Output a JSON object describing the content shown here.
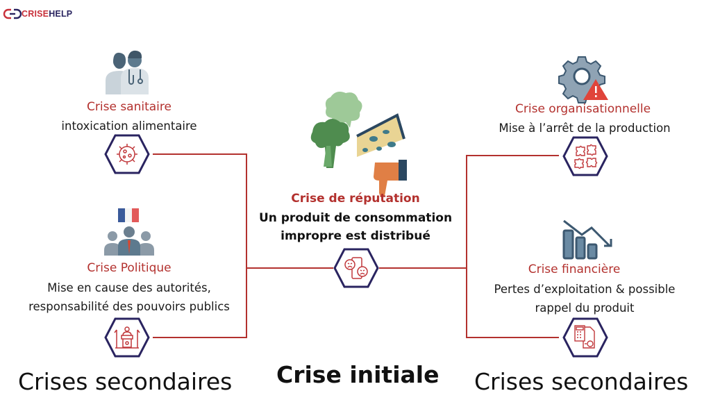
{
  "logo": {
    "text_red": "CRISE",
    "text_blue": "HELP"
  },
  "colors": {
    "accent_red": "#b3312e",
    "hex_border": "#2a2460",
    "icon_slate": "#5d7a8e"
  },
  "left": {
    "sanitaire": {
      "title": "Crise sanitaire",
      "desc": "intoxication alimentaire",
      "icon": "doctors-icon",
      "hex_icon": "virus-icon"
    },
    "politique": {
      "title": "Crise Politique",
      "desc_line1": "Mise en cause des autorités,",
      "desc_line2": "responsabilité des pouvoirs publics",
      "icon": "politicians-icon",
      "hex_icon": "podium-icon"
    }
  },
  "center": {
    "title": "Crise de réputation",
    "desc_line1": "Un produit de consommation",
    "desc_line2": "impropre est distribué",
    "icon": "spoiled-food-thumbs-down-icon",
    "hex_icon": "angry-reviews-phone-icon"
  },
  "right": {
    "organisationnelle": {
      "title": "Crise organisationnelle",
      "desc": "Mise à l’arrêt de la production",
      "icon": "gear-warning-icon",
      "hex_icon": "puzzle-pieces-icon"
    },
    "financiere": {
      "title": "Crise financière",
      "desc_line1": "Pertes d’exploitation & possible",
      "desc_line2": "rappel du produit",
      "icon": "declining-chart-icon",
      "hex_icon": "calculator-invoice-icon"
    }
  },
  "bottom": {
    "left": "Crises secondaires",
    "center": "Crise initiale",
    "right": "Crises secondaires"
  }
}
